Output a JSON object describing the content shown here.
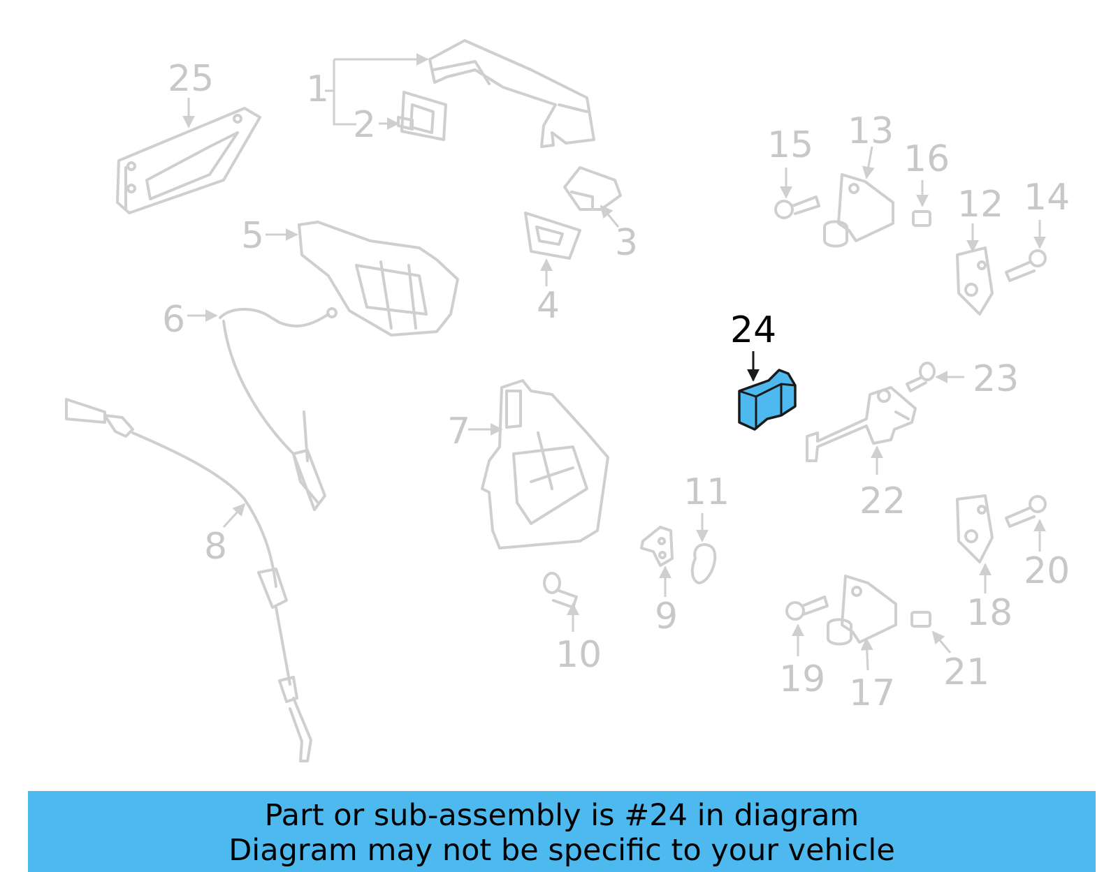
{
  "diagram": {
    "highlight_color": "#4db9ef",
    "callouts": {
      "c1": "1",
      "c2": "2",
      "c3": "3",
      "c4": "4",
      "c5": "5",
      "c6": "6",
      "c7": "7",
      "c8": "8",
      "c9": "9",
      "c10": "10",
      "c11": "11",
      "c12": "12",
      "c13": "13",
      "c14": "14",
      "c15": "15",
      "c16": "16",
      "c17": "17",
      "c18": "18",
      "c19": "19",
      "c20": "20",
      "c21": "21",
      "c22": "22",
      "c23": "23",
      "c24": "24",
      "c25": "25"
    },
    "highlighted_part": "24"
  },
  "banner": {
    "line1": "Part or sub-assembly is #24 in diagram",
    "line2": "Diagram may not be specific to your vehicle",
    "color": "#4db9ef"
  }
}
